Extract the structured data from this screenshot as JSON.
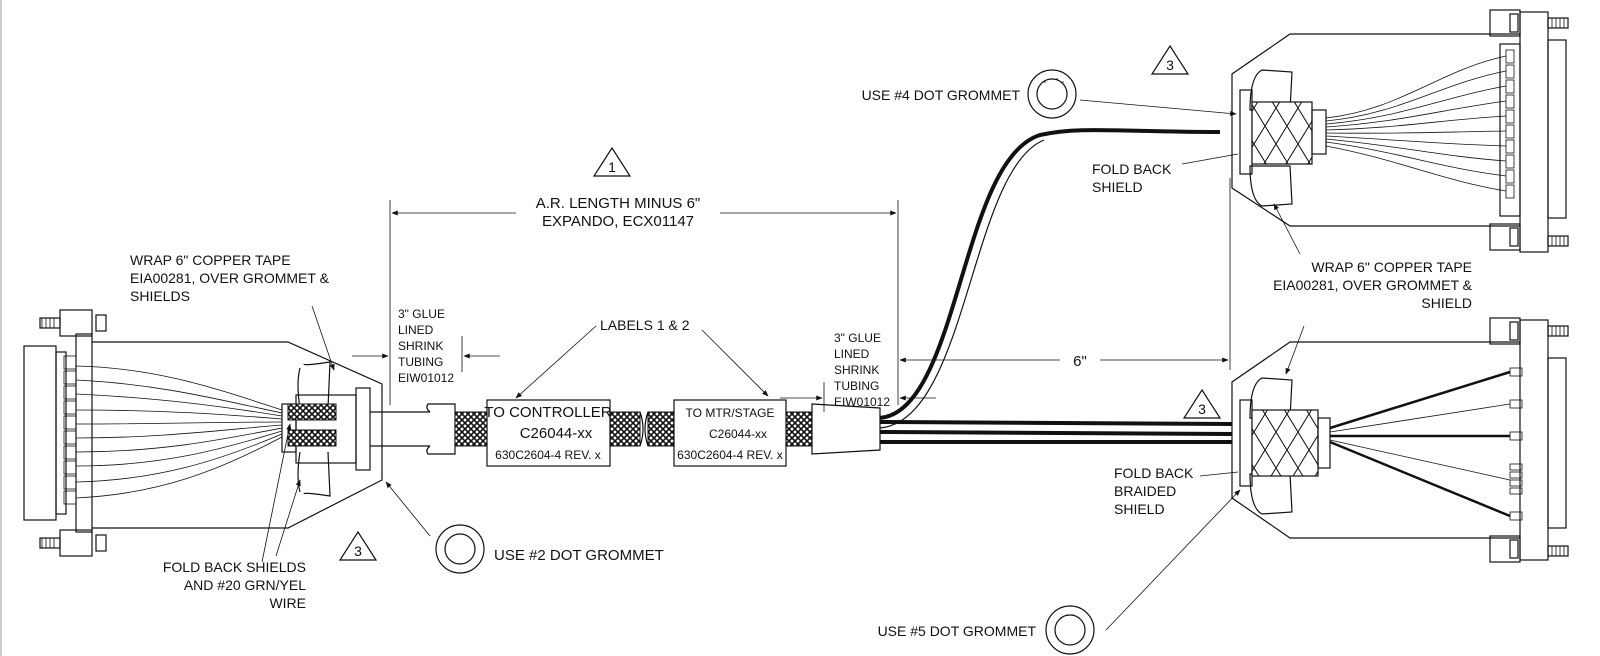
{
  "diagram": {
    "notes": {
      "length_line1": "A.R. LENGTH MINUS 6\"",
      "length_line2": "EXPANDO, ECX01147",
      "wrap_left_line1": "WRAP 6\" COPPER TAPE",
      "wrap_left_line2": "EIA00281, OVER GROMMET  &",
      "wrap_left_line3": "SHIELDS",
      "glue_left_line1": "3\" GLUE",
      "glue_left_line2": "LINED",
      "glue_left_line3": "SHRINK",
      "glue_left_line4": "TUBING",
      "glue_left_line5": "EIW01012",
      "glue_right_line1": "3\" GLUE",
      "glue_right_line2": "LINED",
      "glue_right_line3": "SHRINK",
      "glue_right_line4": "TUBING",
      "glue_right_line5": "EIW01012",
      "labels": "LABELS 1 & 2",
      "fold_left_line1": "FOLD BACK SHIELDS",
      "fold_left_line2": "AND #20 GRN/YEL",
      "fold_left_line3": "WIRE",
      "use2": "USE #2 DOT GROMMET",
      "use4": "USE #4 DOT GROMMET",
      "use5": "USE #5 DOT GROMMET",
      "fold_top_line1": "FOLD BACK",
      "fold_top_line2": "SHIELD",
      "wrap_right_line1": "WRAP 6\" COPPER TAPE",
      "wrap_right_line2": "EIA00281, OVER  GROMMET &",
      "wrap_right_line3": "SHIELD",
      "six_inch": "6\"",
      "fold_bot_line1": "FOLD BACK",
      "fold_bot_line2": "BRAIDED",
      "fold_bot_line3": "SHIELD"
    },
    "label1": {
      "line1": "TO CONTROLLER",
      "line2": "C26044-xx",
      "line3": "630C2604-4  REV. x"
    },
    "label2": {
      "line1": "TO MTR/STAGE",
      "line2": "C26044-xx",
      "line3": "630C2604-4  REV. x"
    },
    "callouts": {
      "one": "1",
      "three_a": "3",
      "three_b": "3",
      "three_c": "3"
    }
  }
}
